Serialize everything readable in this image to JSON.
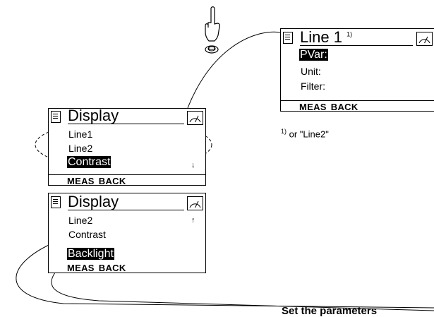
{
  "display_menu_1": {
    "title": "Display",
    "items": [
      "Line1",
      "Line2",
      "Contrast"
    ],
    "selected": "Contrast",
    "scroll_arrow": "↓",
    "softkeys": [
      "MEAS",
      "BACK"
    ]
  },
  "display_menu_2": {
    "title": "Display",
    "items": [
      "Line2",
      "Contrast",
      "Backlight"
    ],
    "selected": "Backlight",
    "scroll_arrow": "↑",
    "softkeys": [
      "MEAS",
      "BACK"
    ]
  },
  "line_menu": {
    "title": "Line 1",
    "title_footnote_mark": "1)",
    "items": [
      "PVar:",
      "Unit:",
      "Filter:"
    ],
    "selected": "PVar:",
    "softkeys": [
      "MEAS",
      "BACK"
    ]
  },
  "footnote": {
    "mark": "1)",
    "text": "or \"Line2\""
  },
  "caption": "Set the parameters"
}
